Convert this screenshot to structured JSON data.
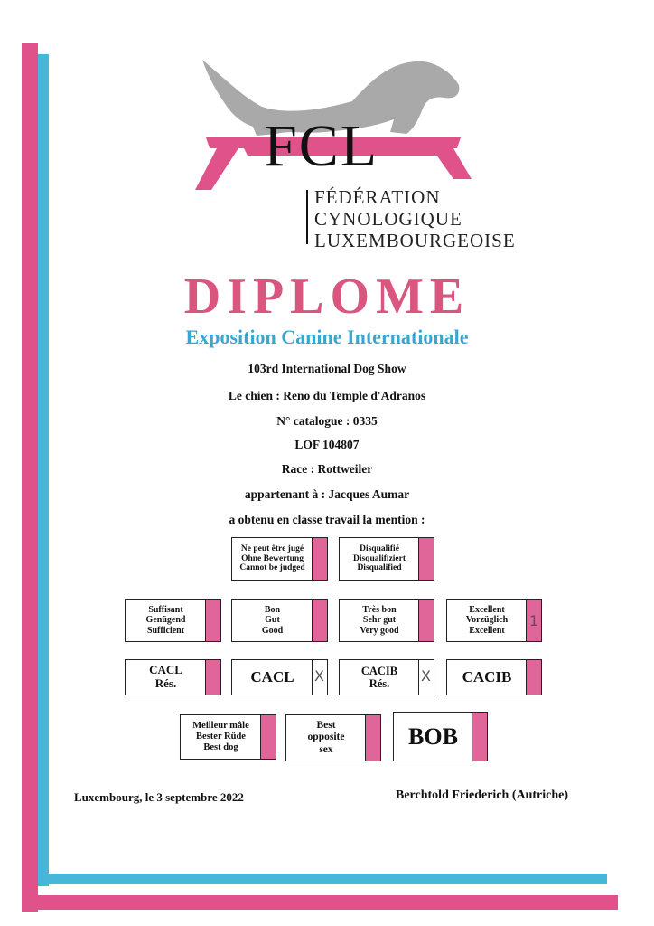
{
  "logo": {
    "abbrev": "FCL",
    "line1": "FÉDÉRATION",
    "line2": "CYNOLOGIQUE",
    "line3": "LUXEMBOURGEOISE"
  },
  "title": "DIPLOME",
  "subtitle": "Exposition Canine Internationale",
  "show": "103rd International Dog Show",
  "dog": "Le chien :  Reno du Temple d'Adranos",
  "catalogue": "N° catalogue : 0335",
  "lof": "LOF 104807",
  "race": "Race : Rottweiler",
  "owner": "appartenant à : Jacques Aumar",
  "mention": "a obtenu en classe travail la mention :",
  "boxes": {
    "not_judged": [
      "Ne peut être jugé",
      "Ohne Bewertung",
      "Cannot be judged"
    ],
    "disqualified": [
      "Disqualifié",
      "Disqualifiziert",
      "Disqualified"
    ],
    "sufficient": [
      "Suffisant",
      "Genügend",
      "Sufficient"
    ],
    "good": [
      "Bon",
      "Gut",
      "Good"
    ],
    "very_good": [
      "Très bon",
      "Sehr gut",
      "Very good"
    ],
    "excellent": [
      "Excellent",
      "Vorzüglich",
      "Excellent"
    ],
    "cacl_res": [
      "CACL",
      "Rés."
    ],
    "cacl": "CACL",
    "cacib_res": [
      "CACIB",
      "Rés."
    ],
    "cacib": "CACIB",
    "best_male": [
      "Meilleur mâle",
      "Bester Rüde",
      "Best dog"
    ],
    "best_opposite": [
      "Best",
      "opposite",
      "sex"
    ],
    "bob": "BOB"
  },
  "marks": {
    "excellent": "1",
    "cacl": "X",
    "cacib_res": "X"
  },
  "place_date": "Luxembourg, le 3 septembre 2022",
  "judge": "Berchtold Friederich (Autriche)",
  "colors": {
    "pink": "#e0528a",
    "blue": "#46b7d8",
    "logo_grey": "#a9a9a9"
  }
}
